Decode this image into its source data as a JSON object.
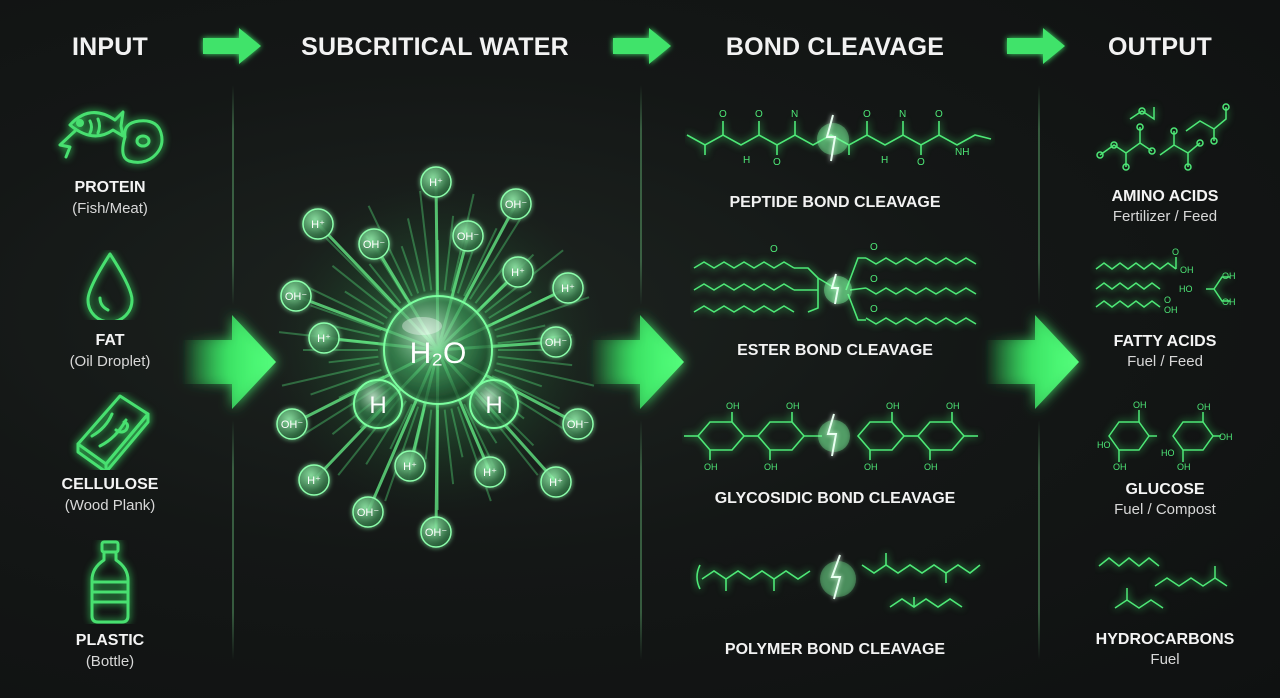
{
  "headers": {
    "input": "INPUT",
    "water": "SUBCRITICAL WATER",
    "cleavage": "BOND CLEAVAGE",
    "output": "OUTPUT"
  },
  "inputs": [
    {
      "title": "PROTEIN",
      "sub": "(Fish/Meat)",
      "icon": "fish-meat-icon"
    },
    {
      "title": "FAT",
      "sub": "(Oil Droplet)",
      "icon": "oil-droplet-icon"
    },
    {
      "title": "CELLULOSE",
      "sub": "(Wood Plank)",
      "icon": "wood-plank-icon"
    },
    {
      "title": "PLASTIC",
      "sub": "(Bottle)",
      "icon": "bottle-icon"
    }
  ],
  "water": {
    "center": "H₂O",
    "h_left": "H",
    "h_right": "H",
    "ions": [
      "H⁺",
      "OH⁻",
      "H⁺",
      "OH⁻",
      "OH⁻",
      "H⁺",
      "H⁺",
      "OH⁻",
      "OH⁻",
      "H⁺",
      "OH⁻",
      "OH⁻",
      "H⁺",
      "H⁺",
      "H⁺",
      "H⁺",
      "OH⁻",
      "OH⁻"
    ]
  },
  "cleavages": [
    {
      "label": "PEPTIDE BOND CLEAVAGE",
      "type": "peptide"
    },
    {
      "label": "ESTER BOND CLEAVAGE",
      "type": "ester"
    },
    {
      "label": "GLYCOSIDIC BOND CLEAVAGE",
      "type": "glycosidic"
    },
    {
      "label": "POLYMER BOND CLEAVAGE",
      "type": "polymer"
    }
  ],
  "outputs": [
    {
      "title": "AMINO ACIDS",
      "sub": "Fertilizer / Feed"
    },
    {
      "title": "FATTY ACIDS",
      "sub": "Fuel / Feed"
    },
    {
      "title": "GLUCOSE",
      "sub": "Fuel / Compost"
    },
    {
      "title": "HYDROCARBONS",
      "sub": "Fuel"
    }
  ],
  "chem_labels": {
    "oh": "OH",
    "o": "O",
    "n": "N",
    "h": "H",
    "ho": "HO",
    "nh": "NH"
  },
  "colors": {
    "accent": "#3ff06a",
    "background": "#141716"
  }
}
